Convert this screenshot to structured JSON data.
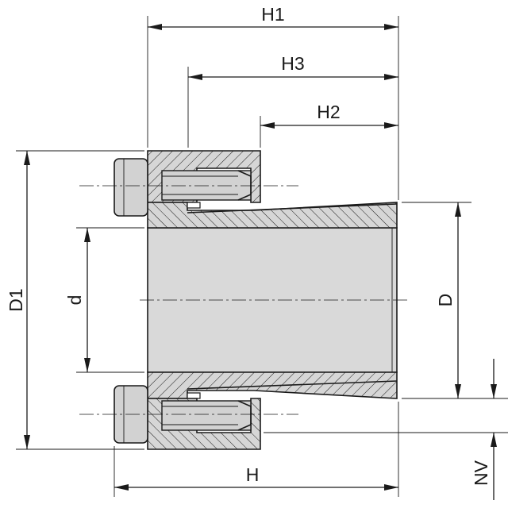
{
  "diagram": {
    "labels": {
      "h1": "H1",
      "h3": "H3",
      "h2": "H2",
      "h": "H",
      "d1": "D1",
      "d_small": "d",
      "d_large": "D",
      "nv": "NV"
    },
    "colors": {
      "line": "#1a1a1a",
      "body_fill": "#d6d6d6",
      "bore_fill": "#d9d9d9",
      "screw_fill": "#d2d2d2",
      "background": "#ffffff"
    }
  }
}
